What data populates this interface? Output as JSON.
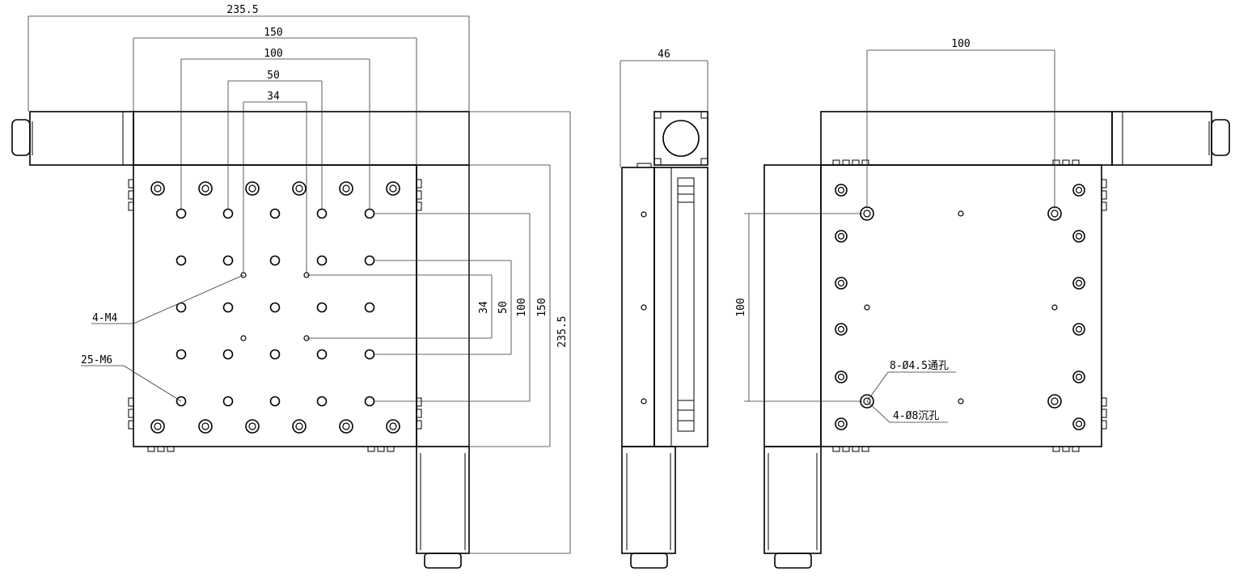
{
  "top_view": {
    "dims": {
      "overall_width": "235.5",
      "width_150": "150",
      "width_100": "100",
      "width_50": "50",
      "width_34": "34",
      "vert_34": "34",
      "vert_50": "50",
      "vert_100": "100",
      "vert_150": "150",
      "vert_overall": "235.5"
    },
    "callouts": {
      "small_holes": "4-M4",
      "large_holes": "25-M6"
    }
  },
  "side_view": {
    "dims": {
      "thickness": "46"
    }
  },
  "bottom_view": {
    "dims": {
      "horiz_100": "100",
      "vert_100": "100"
    },
    "callouts": {
      "through_holes": "8-Ø4.5通孔",
      "counterbore": "4-Ø8沉孔"
    }
  },
  "colors": {
    "line": "#000000",
    "background": "#ffffff"
  }
}
